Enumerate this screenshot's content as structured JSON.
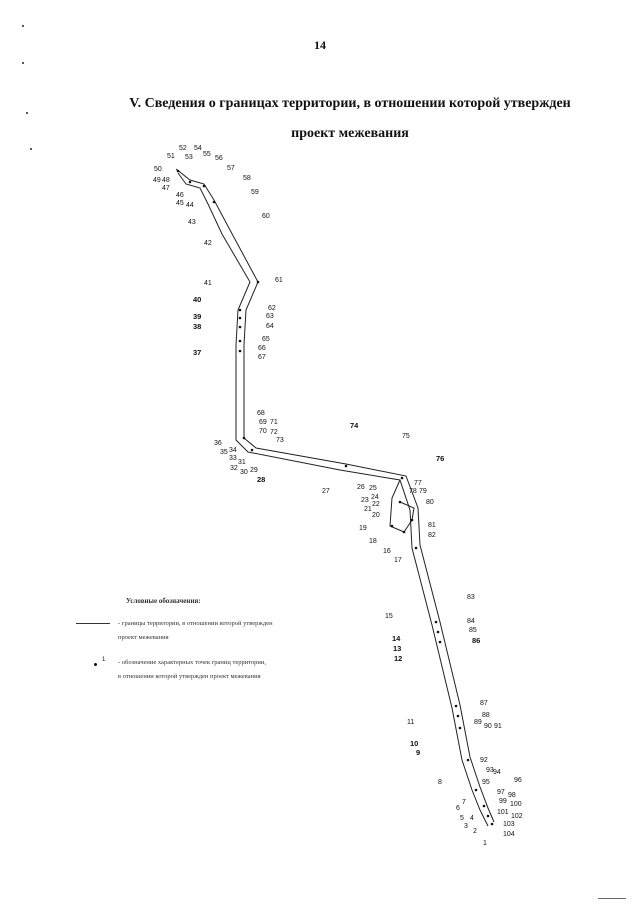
{
  "page_number": "14",
  "title_line1": "V. Сведения о границах территории, в отношении которой утвержден",
  "title_line2": "проект межевания",
  "legend": {
    "heading": "Условные обозначения:",
    "line_text1": "- границы территории, в отношении которой утвержден",
    "line_text2": "проект межевания",
    "dot_number": "1",
    "dot_text1": "- обозначение характерных точек границ территории,",
    "dot_text2": "в отношении которой утвержден проект межевания"
  },
  "point_labels": [
    "1",
    "2",
    "3",
    "4",
    "5",
    "6",
    "7",
    "8",
    "9",
    "10",
    "11",
    "12",
    "13",
    "14",
    "15",
    "16",
    "17",
    "18",
    "19",
    "20",
    "21",
    "22",
    "23",
    "24",
    "25",
    "26",
    "27",
    "28",
    "29",
    "30",
    "31",
    "32",
    "33",
    "34",
    "35",
    "36",
    "37",
    "38",
    "39",
    "40",
    "41",
    "42",
    "43",
    "44",
    "45",
    "46",
    "47",
    "48",
    "49",
    "50",
    "51",
    "52",
    "53",
    "54",
    "55",
    "56",
    "57",
    "58",
    "59",
    "60",
    "61",
    "62",
    "63",
    "64",
    "65",
    "66",
    "67",
    "68",
    "69",
    "70",
    "71",
    "72",
    "73",
    "74",
    "75",
    "76",
    "77",
    "78",
    "79",
    "80",
    "81",
    "82",
    "83",
    "84",
    "85",
    "86",
    "87",
    "88",
    "89",
    "90",
    "91",
    "92",
    "93",
    "94",
    "95",
    "96",
    "97",
    "98",
    "99",
    "100",
    "101",
    "102",
    "103",
    "104"
  ]
}
